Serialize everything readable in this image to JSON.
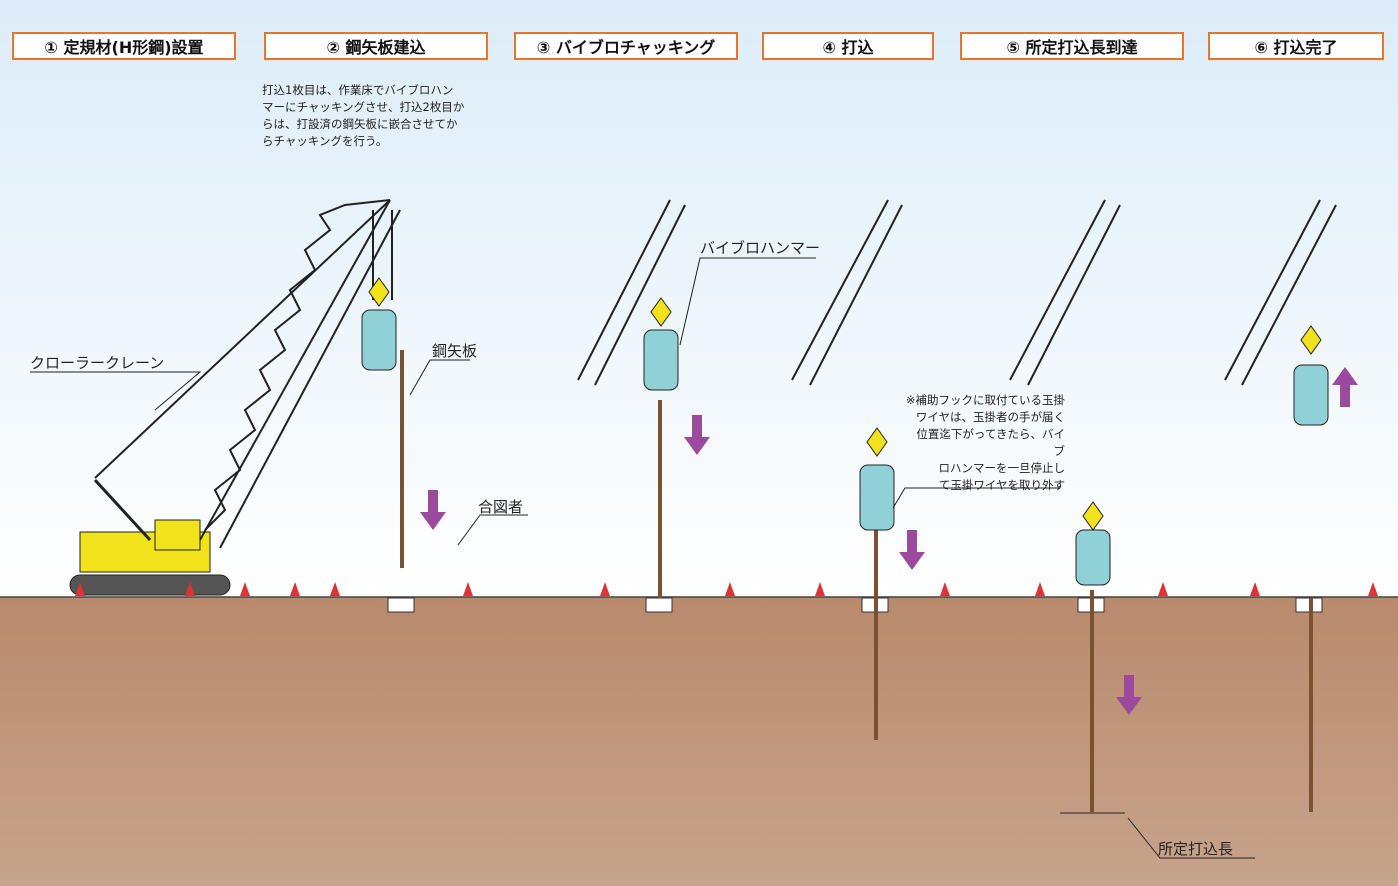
{
  "steps": [
    "① 定規材(H形鋼)設置",
    "② 鋼矢板建込",
    "③ バイブロチャッキング",
    "④ 打込",
    "⑤ 所定打込長到達",
    "⑥ 打込完了"
  ],
  "note_step2": [
    "打込1枚目は、作業床でバイブロハン",
    "マーにチャッキングさせ、打込2枚目か",
    "らは、打設済の鋼矢板に嵌合させてか",
    "らチャッキングを行う。"
  ],
  "note_step4": [
    "※補助フックに取付ている玉掛",
    "ワイヤは、玉掛者の手が届く",
    "位置迄下がってきたら、バイブ",
    "ロハンマーを一旦停止し",
    "て玉掛ワイヤを取り外す"
  ],
  "labels": {
    "crawler_crane": "クローラークレーン",
    "steel_sheet_pile": "鋼矢板",
    "signalman": "合図者",
    "vibro_hammer": "バイブロハンマー",
    "driving_length": "所定打込長"
  },
  "colors": {
    "step_border": "#e8752b",
    "arrow": "#9b4a9e",
    "ground": "#b8876a",
    "sky_top": "#dcecf8",
    "crane_yellow": "#f2e21b"
  }
}
